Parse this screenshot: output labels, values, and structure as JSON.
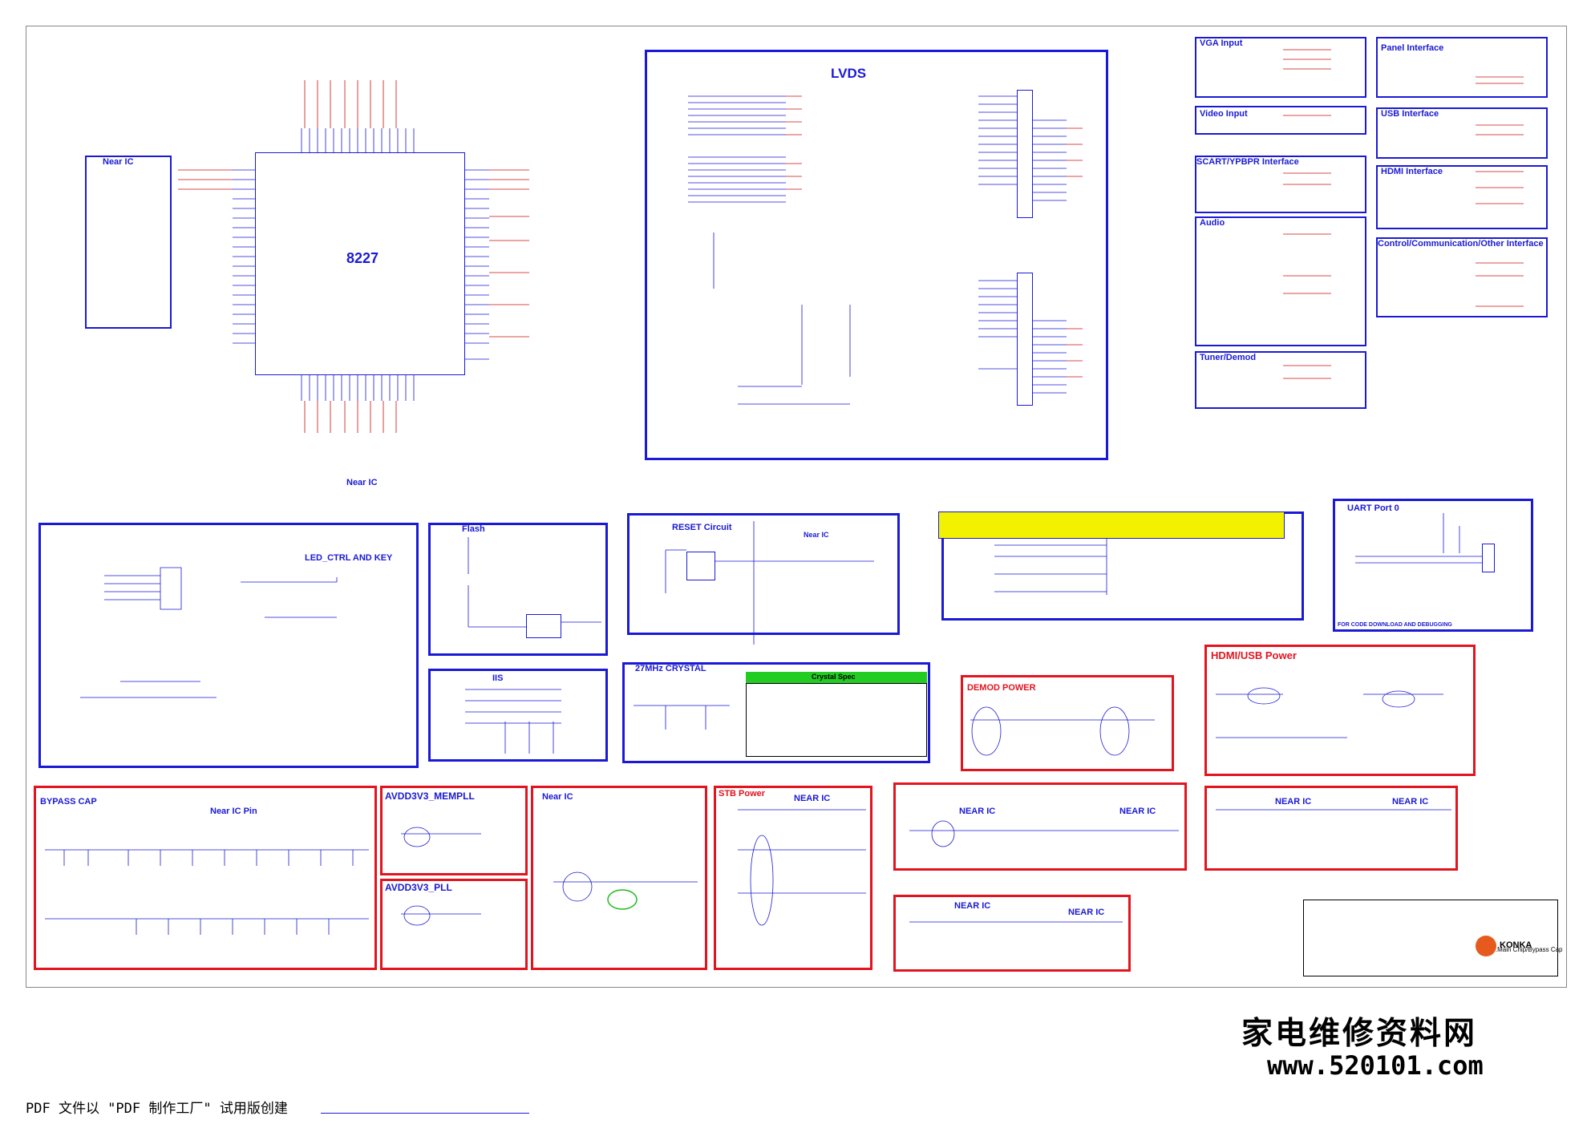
{
  "sheet": {
    "main_chip": "8227",
    "near_ic_pin": "Near IC Pin"
  },
  "sections": {
    "lvds": "LVDS",
    "vga_input": "VGA Input",
    "panel_interface": "Panel Interface",
    "video_input": "Video Input",
    "usb_interface": "USB Interface",
    "scart_ypbpr": "SCART/YPBPR Interface",
    "hdmi_interface": "HDMI Interface",
    "audio": "Audio",
    "control_comm": "Control/Communication/Other Interface",
    "tuner_demod": "Tuner/Demod",
    "led_ctrl_key": "LED_CTRL AND KEY",
    "flash": "Flash",
    "reset_circuit": "RESET Circuit",
    "uart_port": "UART Port 0",
    "iis": "IIS",
    "crystal": "27MHz CRYSTAL",
    "demod_power": "DEMOD POWER",
    "hdmi_usb_power": "HDMI/USB Power",
    "bypass_cap": "BYPASS CAP",
    "avdd_mempll": "AVDD3V3_MEMPLL",
    "avdd_pll": "AVDD3V3_PLL",
    "near_ic": "Near IC",
    "stb_power": "STB Power",
    "near_ic_caps": "NEAR IC",
    "uart_note": "FOR CODE DOWNLOAD AND DEBUGGING"
  },
  "crystal_spec": {
    "header": "Crystal Spec"
  },
  "title_block": {
    "sheet_name": "04.Main Chip/Bypass Cap",
    "brand": "KONKA"
  },
  "watermark": {
    "cn": "家电维修资料网",
    "url": "www.520101.com"
  },
  "footer": {
    "text": "PDF 文件以 \"PDF 制作工厂\" 试用版创建"
  },
  "colors": {
    "box_blue": "#1a1ad6",
    "box_red": "#e2141e",
    "net_red": "#cc1010"
  }
}
